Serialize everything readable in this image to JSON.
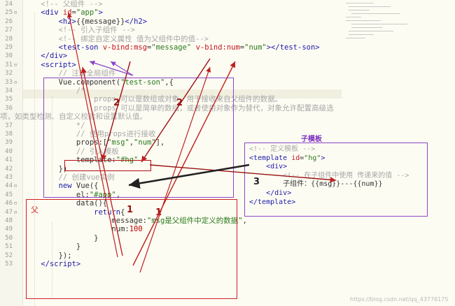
{
  "editor": {
    "lines": [
      {
        "no": "24",
        "text": "    <!-- 父组件 -->",
        "cls": "cmt"
      },
      {
        "no": "25",
        "html": "    <span class=\"tag\">&lt;div</span> <span class=\"attr\">id</span>=<span class=\"str\">\"app\"</span><span class=\"tag\">&gt;</span>"
      },
      {
        "no": "26",
        "html": "        <span class=\"tag\">&lt;h2&gt;</span>{{message}}<span class=\"tag\">&lt;/h2&gt;</span>"
      },
      {
        "no": "27",
        "text": "        <!-- 引入子组件 -->",
        "cls": "cmt"
      },
      {
        "no": "28",
        "text": "        <!-- 绑定自定义属性 值为父组件中的值-->",
        "cls": "cmt"
      },
      {
        "no": "29",
        "html": "        <span class=\"tag\">&lt;test-son</span> <span class=\"attr\">v-bind:msg</span>=<span class=\"str\">\"message\"</span> <span class=\"attr\">v-bind:num</span>=<span class=\"str\">\"num\"</span><span class=\"tag\">&gt;&lt;/test-son&gt;</span>"
      },
      {
        "no": "30",
        "html": "    <span class=\"tag\">&lt;/div&gt;</span>"
      },
      {
        "no": "31",
        "html": "    <span class=\"tag\">&lt;script&gt;</span>"
      },
      {
        "no": "32",
        "text": "        // 注册全局组件",
        "cls": "cmt"
      },
      {
        "no": "33",
        "html": "        Vue.component(<span class=\"str\">\"test-son\"</span>,{"
      },
      {
        "no": "34",
        "text": "            /*",
        "cls": "cmt"
      },
      {
        "no": "35",
        "text": "                props 可以是数组或对象，用于接收来自父组件的数据。",
        "cls": "cmt"
      },
      {
        "no": "36",
        "text": "                props 可以是简单的数组，或者使用对象作为替代，对象允许配置高级选",
        "cls": "cmt"
      },
      {
        "no": "",
        "text": "项，如类型检测、自定义校验和设置默认值。",
        "cls": "cmt"
      },
      {
        "no": "37",
        "text": "            */",
        "cls": "cmt"
      },
      {
        "no": "38",
        "text": "            // 使用props进行接收",
        "cls": "cmt"
      },
      {
        "no": "39",
        "html": "            props:[<span class=\"str\">\"msg\"</span>,<span class=\"str\">\"num\"</span>],"
      },
      {
        "no": "40",
        "text": "            // 引入模板",
        "cls": "cmt"
      },
      {
        "no": "41",
        "html": "            template:<span class=\"str\">\"#hg\"</span>"
      },
      {
        "no": "42",
        "text": "        })"
      },
      {
        "no": "43",
        "text": "        // 创建vue实例",
        "cls": "cmt"
      },
      {
        "no": "44",
        "html": "        <span class=\"kw\">new</span> Vue({"
      },
      {
        "no": "45",
        "html": "            el:<span class=\"str\">\"#app\"</span>,"
      },
      {
        "no": "46",
        "text": "            data(){"
      },
      {
        "no": "47",
        "html": "                <span class=\"kw\">return</span>{"
      },
      {
        "no": "48",
        "html": "                    message:<span class=\"str\">\"msg是父组件中定义的数据\"</span>,"
      },
      {
        "no": "49",
        "html": "                    num:<span class=\"num\">100</span>"
      },
      {
        "no": "50",
        "text": "                }"
      },
      {
        "no": "51",
        "text": "            }"
      },
      {
        "no": "52",
        "text": "        });"
      },
      {
        "no": "53",
        "html": "    <span class=\"tag\">&lt;/script&gt;</span>"
      }
    ]
  },
  "child_template_panel": {
    "title": "子模板",
    "lines": [
      {
        "text": "<!-- 定义模板 -->",
        "cls": "cmt"
      },
      {
        "html": "<span class=\"tag\">&lt;template</span> <span class=\"attr\">id</span>=<span class=\"str\">\"hg\"</span><span class=\"tag\">&gt;</span>"
      },
      {
        "html": "    <span class=\"tag\">&lt;div&gt;</span>"
      },
      {
        "text": "        <!-- 在子组件中使用 传递来的值 -->",
        "cls": "cmt"
      },
      {
        "text": "        子组件：{{msg}}---{{num}}"
      },
      {
        "html": "    <span class=\"tag\">&lt;/div&gt;</span>"
      },
      {
        "html": "<span class=\"tag\">&lt;/template&gt;</span>"
      }
    ]
  },
  "annotations": {
    "parent_label": "父",
    "step_1a": "1",
    "step_1b": "1",
    "step_2a": "2",
    "step_2b": "2",
    "step_3": "3",
    "bold_props": "props:[\"msg\",\"num\"],",
    "bold_template": "template:\"#hg\""
  },
  "colors": {
    "box_purple": "#8a45c9",
    "box_red": "#d02020",
    "arrow_dark": "#222222",
    "arrow_darkred": "#9a1010"
  },
  "watermark": "https://blog.csdn.net/qq_43776175"
}
